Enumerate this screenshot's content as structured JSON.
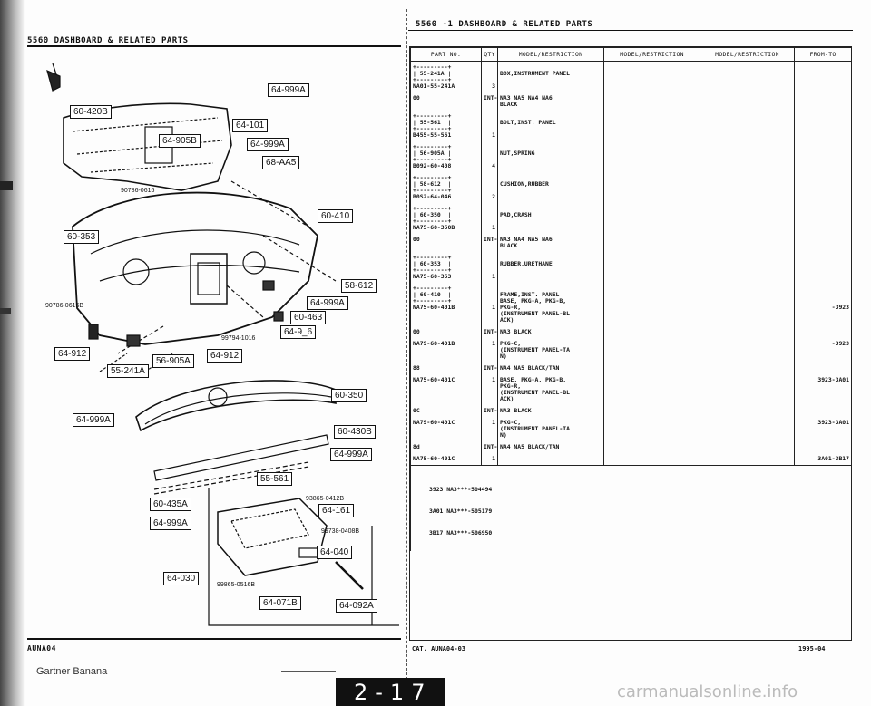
{
  "left_page": {
    "header": "5560    DASHBOARD & RELATED PARTS",
    "model_code": "AUNA04",
    "watermark_left": "Gartner Banana",
    "callouts": [
      "60-420B",
      "64-999A",
      "64-101",
      "64-905B",
      "64-999A",
      "68-AA5",
      "60-410",
      "60-353",
      "58-612",
      "64-999A",
      "60-463",
      "64-9_6",
      "64-912",
      "56-905A",
      "64-912",
      "55-241A",
      "60-350",
      "64-999A",
      "60-430B",
      "64-999A",
      "55-561",
      "60-435A",
      "64-161",
      "64-999A",
      "64-040",
      "64-030",
      "64-071B",
      "64-092A"
    ],
    "part_numbers": [
      "90786-0616",
      "90786-0616B",
      "99794-1016",
      "93865-0412B",
      "99738-0408B",
      "99865-0516B"
    ]
  },
  "right_page": {
    "header": "5560  -1    DASHBOARD & RELATED PARTS",
    "columns": [
      "PART NO.",
      "QTY",
      "MODEL/RESTRICTION",
      "MODEL/RESTRICTION",
      "MODEL/RESTRICTION",
      "FROM-TO"
    ],
    "rows": [
      {
        "part": "+---------+\n| 55-241A |\n+---------+\nNA01-55-241A",
        "qty": "\n\n\n3",
        "desc": "\nBOX,INSTRUMENT PANEL",
        "from": ""
      },
      {
        "part": "00",
        "qty": "INT-",
        "desc": "NA3 NA5 NA4 NA6\nBLACK",
        "from": ""
      },
      {
        "part": "+---------+\n| 55-561  |\n+---------+\nB455-55-561",
        "qty": "\n\n\n1",
        "desc": "\nBOLT,INST. PANEL",
        "from": ""
      },
      {
        "part": "+---------+\n| 56-905A |\n+---------+\nB092-60-408",
        "qty": "\n\n\n4",
        "desc": "\nNUT,SPRING",
        "from": ""
      },
      {
        "part": "+---------+\n| 58-612  |\n+---------+\nB0S2-64-046",
        "qty": "\n\n\n2",
        "desc": "\nCUSHION,RUBBER",
        "from": ""
      },
      {
        "part": "+---------+\n| 60-350  |\n+---------+\nNA75-60-350B",
        "qty": "\n\n\n1",
        "desc": "\nPAD,CRASH",
        "from": ""
      },
      {
        "part": "00",
        "qty": "INT-",
        "desc": "NA3 NA4 NA5 NA6\nBLACK",
        "from": ""
      },
      {
        "part": "+---------+\n| 60-353  |\n+---------+\nNA75-60-353",
        "qty": "\n\n\n1",
        "desc": "\nRUBBER,URETHANE",
        "from": ""
      },
      {
        "part": "+---------+\n| 60-410  |\n+---------+\nNA75-60-401B",
        "qty": "\n\n\n1",
        "desc": "\nFRAME,INST. PANEL\nBASE, PKG-A, PKG-B,\nPKG-R,\n(INSTRUMENT PANEL-BL\nACK)",
        "from": "\n\n\n-3923"
      },
      {
        "part": "00",
        "qty": "INT-",
        "desc": "NA3 BLACK",
        "from": ""
      },
      {
        "part": "NA79-60-401B",
        "qty": "1",
        "desc": "PKG-C,\n(INSTRUMENT PANEL-TA\nN)",
        "from": "-3923"
      },
      {
        "part": "88",
        "qty": "INT-",
        "desc": "NA4 NA5 BLACK/TAN",
        "from": ""
      },
      {
        "part": "NA75-60-401C",
        "qty": "1",
        "desc": "BASE, PKG-A, PKG-B,\nPKG-R,\n(INSTRUMENT PANEL-BL\nACK)",
        "from": "3923-3A01"
      },
      {
        "part": "0C",
        "qty": "INT-",
        "desc": "NA3 BLACK",
        "from": ""
      },
      {
        "part": "NA79-60-401C",
        "qty": "1",
        "desc": "PKG-C,\n(INSTRUMENT PANEL-TA\nN)",
        "from": "3923-3A01"
      },
      {
        "part": "8d",
        "qty": "INT-",
        "desc": "NA4 NA5 BLACK/TAN",
        "from": ""
      },
      {
        "part": "NA75-60-401C",
        "qty": "1",
        "desc": "",
        "from": "3A01-3B17"
      }
    ],
    "footnotes": [
      "3923 NA3***-504494",
      "3A01 NA3***-505179",
      "3B17 NA3***-506950"
    ],
    "catalog": "CAT. AUNA04-03",
    "date": "1995-04"
  },
  "page_tab": "2-17",
  "watermark": "carmanualsonline.info"
}
